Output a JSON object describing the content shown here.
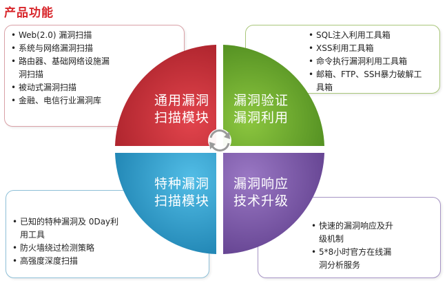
{
  "title": "产品功能",
  "colors": {
    "red": "#c8303a",
    "green": "#6aa531",
    "blue": "#2a9bc8",
    "purple": "#7b57a6",
    "title": "#d8252a"
  },
  "quadrants": {
    "top_left": {
      "line1": "通用漏洞",
      "line2": "扫描模块"
    },
    "top_right": {
      "line1": "漏洞验证",
      "line2": "漏洞利用"
    },
    "bottom_left": {
      "line1": "特种漏洞",
      "line2": "扫描模块"
    },
    "bottom_right": {
      "line1": "漏洞响应",
      "line2": "技术升级"
    }
  },
  "center_icon": "refresh-cycle-icon",
  "boxes": {
    "top_left": [
      "Web(2.0) 漏洞扫描",
      "系统与网络漏洞扫描",
      "路由器、基础网络设施漏",
      "洞扫描",
      "被动式漏洞扫描",
      "金融、电信行业漏洞库"
    ],
    "top_right": [
      "SQL注入利用工具箱",
      "XSS利用工具箱",
      "命令执行漏洞利用工具箱",
      "邮箱、FTP、SSH暴力破解工",
      "具箱"
    ],
    "bottom_left": [
      "已知的特种漏洞及 0Day利",
      "用工具",
      "防火墙绕过检测策略",
      "高强度深度扫描"
    ],
    "bottom_right": [
      "快速的漏洞响应及升",
      "级机制",
      "5*8小时官方在线漏",
      "洞分析服务"
    ]
  }
}
